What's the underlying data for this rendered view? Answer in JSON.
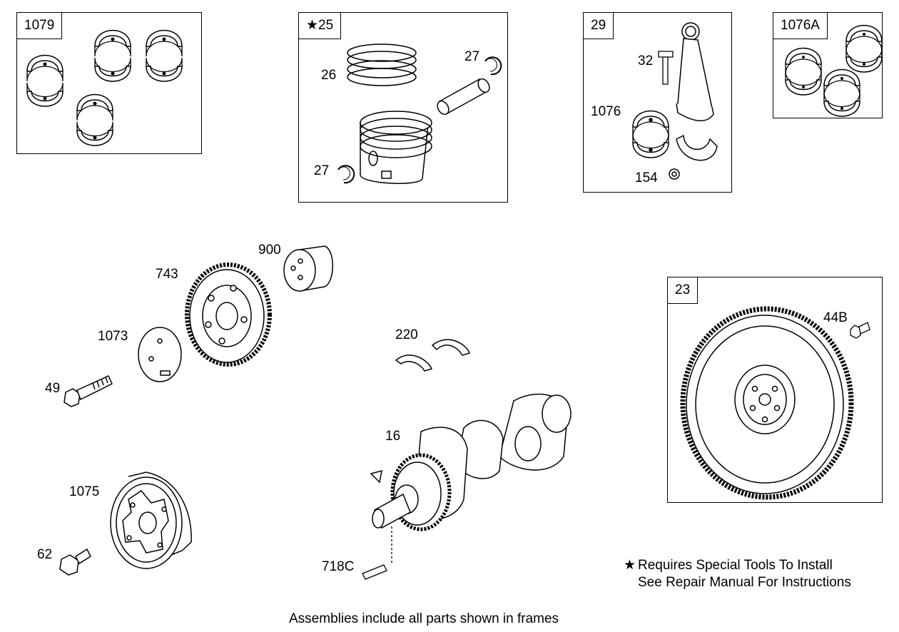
{
  "frames": {
    "main_bearings": {
      "label": "1079"
    },
    "piston": {
      "label": "25",
      "star": "★"
    },
    "conn_rod": {
      "label": "29"
    },
    "rod_bearings": {
      "label": "1076A"
    },
    "flywheel": {
      "label": "23"
    }
  },
  "callouts": {
    "c26": "26",
    "c27a": "27",
    "c27b": "27",
    "c32": "32",
    "c1076": "1076",
    "c154": "154",
    "c900": "900",
    "c743": "743",
    "c1073": "1073",
    "c49": "49",
    "c220": "220",
    "c16": "16",
    "c1075": "1075",
    "c62": "62",
    "c718c": "718C",
    "c44b": "44B"
  },
  "notes": {
    "star": "★",
    "line1": "Requires Special Tools To Install",
    "line2": "See Repair Manual For Instructions",
    "footer": "Assemblies include all parts shown in frames"
  }
}
